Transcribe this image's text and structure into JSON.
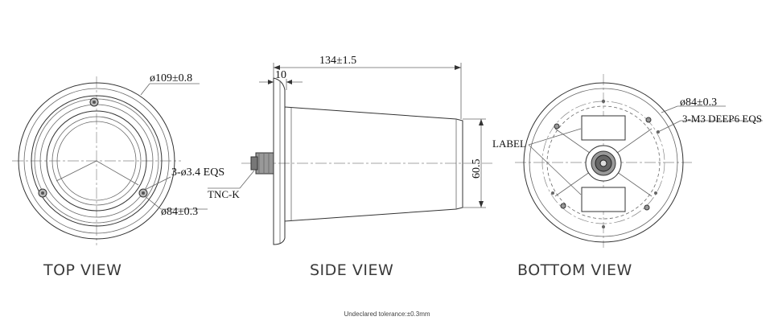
{
  "views": {
    "top": {
      "title": "TOP VIEW",
      "dim_outer": "ø109±0.8",
      "dim_holes": "3-ø3.4 EQS",
      "dim_pcd": "ø84±0.3"
    },
    "side": {
      "title": "SIDE VIEW",
      "dim_length": "134±1.5",
      "dim_flange": "10",
      "dim_dia": "60.5",
      "connector": "TNC-K"
    },
    "bottom": {
      "title": "BOTTOM VIEW",
      "dim_pcd": "ø84±0.3",
      "dim_threads": "3-M3 DEEP6 EQS",
      "label": "LABEL"
    }
  },
  "footnote": "Undeclared tolerance:±0.3mm"
}
